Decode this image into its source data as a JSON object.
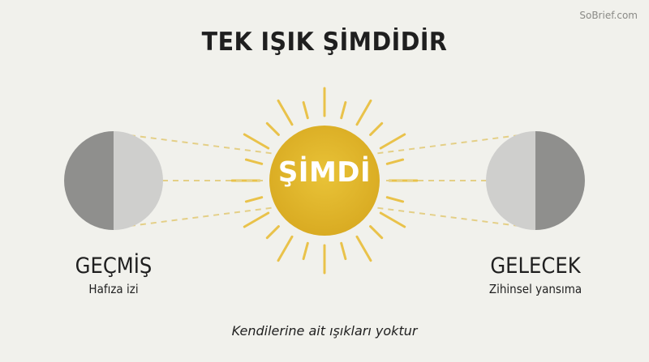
{
  "watermark": "SoBrief.com",
  "title": "TEK IŞIK ŞİMDİDİR",
  "sun": {
    "label": "ŞİMDİ",
    "color": "#e0b52c",
    "ray_color": "#e9c24a"
  },
  "past": {
    "name": "GEÇMİŞ",
    "subtitle": "Hafıza izi"
  },
  "future": {
    "name": "GELECEK",
    "subtitle": "Zihinsel yansıma"
  },
  "note": "Kendilerine ait ışıkları yoktur",
  "colors": {
    "moon_dark": "#8f8f8d",
    "moon_light": "#cfcfcd",
    "dashes": "#e4cf86",
    "background": "#f1f1ec"
  }
}
